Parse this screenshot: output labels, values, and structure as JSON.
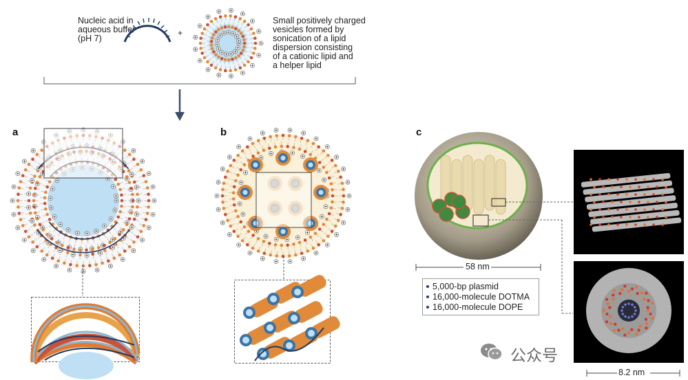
{
  "top": {
    "nucleic_acid_label": "Nucleic acid in\naqueous buffer\n(pH 7)",
    "plus_sign": "+",
    "vesicle_label": "Small positively charged\nvesicles formed by\nsonication of a lipid\ndispersion consisting\nof a cationic lipid and\na helper lipid"
  },
  "panels": {
    "a": "a",
    "b": "b",
    "c": "c"
  },
  "scale_bars": {
    "sphere": "58 nm",
    "micelle": "8.2 nm"
  },
  "legend": {
    "items": [
      "5,000-bp plasmid",
      "16,000-molecule DOTMA",
      "16,000-molecule DOPE"
    ]
  },
  "watermark": "公众号",
  "colors": {
    "membrane_blue": "#bfe0f4",
    "headgroup_orange": "#e08a3a",
    "headgroup_red": "#c8503a",
    "dna_navy": "#1f3a5f",
    "arrow": "#3a4e6b",
    "md_background": "#000000"
  }
}
